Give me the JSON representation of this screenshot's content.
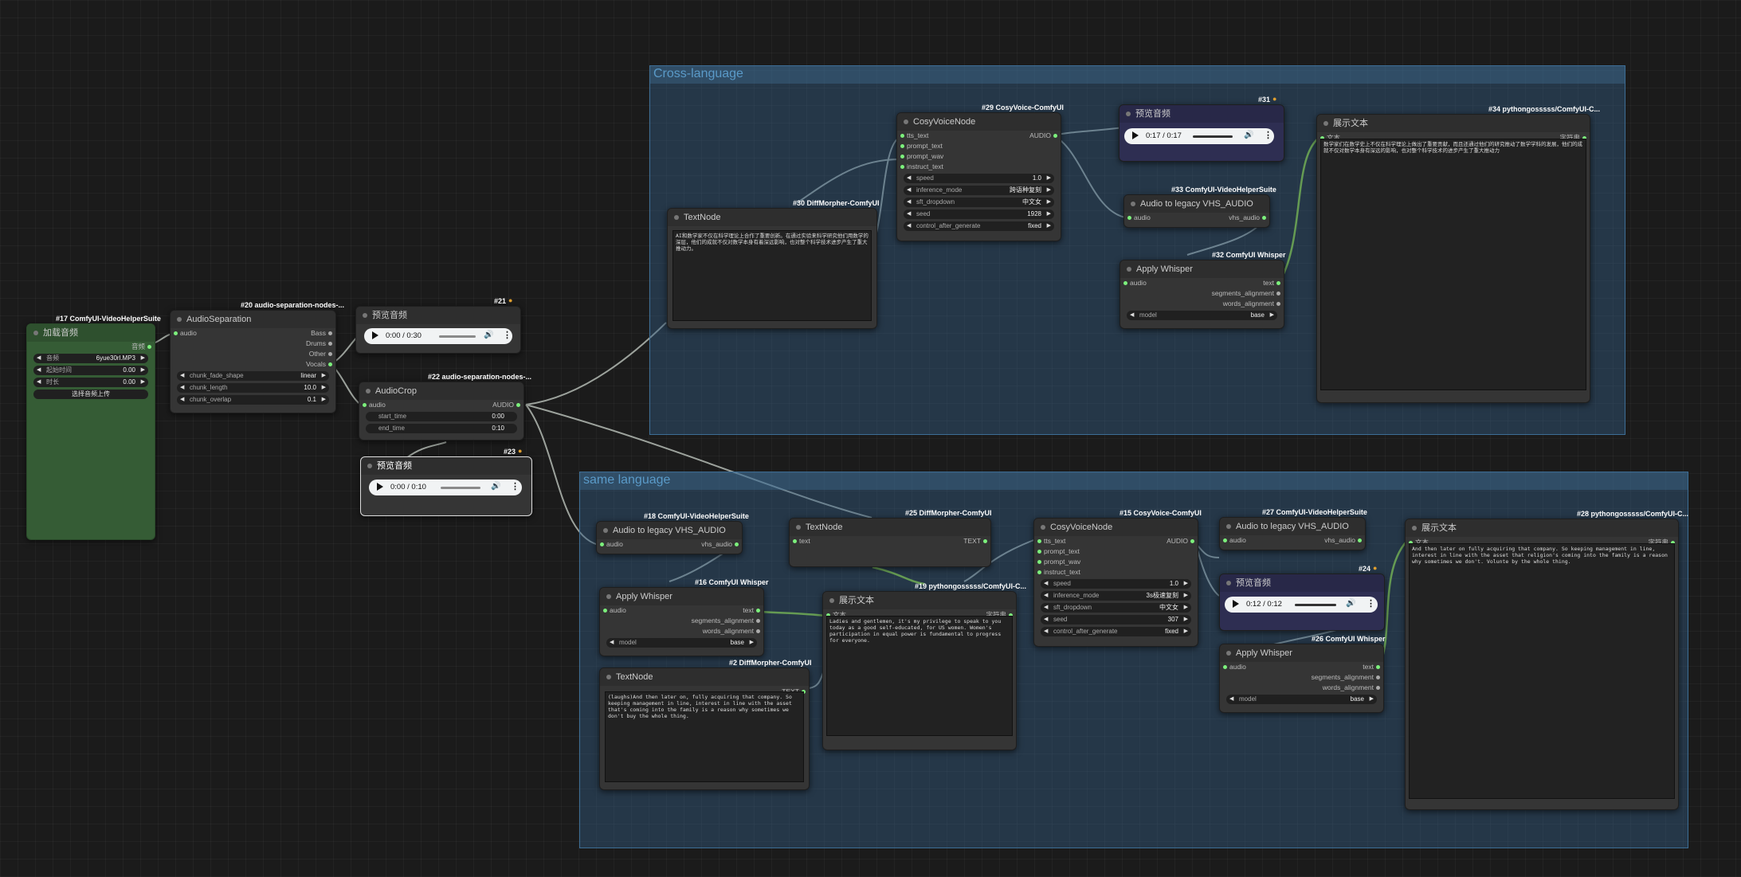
{
  "groups": {
    "cross": {
      "title": "Cross-language"
    },
    "same": {
      "title": "same language"
    }
  },
  "nodes": {
    "n17": {
      "badge": "#17 ComfyUI-VideoHelperSuite",
      "title": "加载音频",
      "output": "音频",
      "widgets": [
        {
          "label": "音频",
          "value": "6yue30rl.MP3"
        },
        {
          "label": "起始时间",
          "value": "0.00"
        },
        {
          "label": "时长",
          "value": "0.00"
        }
      ],
      "upload_label": "选择音频上传"
    },
    "n20": {
      "badge": "#20 audio-separation-nodes-...",
      "title": "AudioSeparation",
      "input": "audio",
      "outputs": [
        "Bass",
        "Drums",
        "Other",
        "Vocals"
      ],
      "widgets": [
        {
          "label": "chunk_fade_shape",
          "value": "linear"
        },
        {
          "label": "chunk_length",
          "value": "10.0"
        },
        {
          "label": "chunk_overlap",
          "value": "0.1"
        }
      ]
    },
    "n21": {
      "badge": "#21",
      "title": "预览音频",
      "player": {
        "time": "0:00 / 0:30"
      }
    },
    "n22": {
      "badge": "#22 audio-separation-nodes-...",
      "title": "AudioCrop",
      "input": "audio",
      "output": "AUDIO",
      "widgets": [
        {
          "label": "start_time",
          "value": "0:00"
        },
        {
          "label": "end_time",
          "value": "0:10"
        }
      ]
    },
    "n23": {
      "badge": "#23",
      "title": "预览音频",
      "player": {
        "time": "0:00 / 0:10"
      }
    },
    "n30": {
      "badge": "#30 DiffMorpher-ComfyUI",
      "title": "TextNode",
      "text": "AI和数学家不仅在科学理论上合作了重要创新。在通过实验来科学研究他们用数学的深层，他们的成就不仅对数学本身有着深远影响，也对整个科学技术进步产生了重大推动力。"
    },
    "n29": {
      "badge": "#29 CosyVoice-ComfyUI",
      "title": "CosyVoiceNode",
      "inputs": [
        "tts_text",
        "prompt_text",
        "prompt_wav",
        "instruct_text"
      ],
      "output": "AUDIO",
      "widgets": [
        {
          "label": "speed",
          "value": "1.0"
        },
        {
          "label": "inference_mode",
          "value": "跨语种复刻"
        },
        {
          "label": "sft_dropdown",
          "value": "中文女"
        },
        {
          "label": "seed",
          "value": "1928"
        },
        {
          "label": "control_after_generate",
          "value": "fixed"
        }
      ]
    },
    "n31": {
      "badge": "#31",
      "title": "预览音频",
      "player": {
        "time": "0:17 / 0:17"
      }
    },
    "n33": {
      "badge": "#33 ComfyUI-VideoHelperSuite",
      "title": "Audio to legacy VHS_AUDIO",
      "input": "audio",
      "output": "vhs_audio"
    },
    "n32": {
      "badge": "#32 ComfyUI Whisper",
      "title": "Apply Whisper",
      "input": "audio",
      "outputs": [
        "text",
        "segments_alignment",
        "words_alignment"
      ],
      "widgets": [
        {
          "label": "model",
          "value": "base"
        }
      ]
    },
    "n34": {
      "badge": "#34 pythongosssss/ComfyUI-C...",
      "title": "展示文本",
      "input": "文本",
      "output": "字符串",
      "text": "数学家们在数学史上不仅在科学理论上做出了重要贡献，而且还通过他们的研究推动了数学学科的发展，他们的成就不仅对数学本身有深远的影响，也对整个科学技术的进步产生了重大推动力"
    },
    "n18": {
      "badge": "#18 ComfyUI-VideoHelperSuite",
      "title": "Audio to legacy VHS_AUDIO",
      "input": "audio",
      "output": "vhs_audio"
    },
    "n25": {
      "badge": "#25 DiffMorpher-ComfyUI",
      "title": "TextNode",
      "input": "text",
      "output": "TEXT"
    },
    "n15": {
      "badge": "#15 CosyVoice-ComfyUI",
      "title": "CosyVoiceNode",
      "inputs": [
        "tts_text",
        "prompt_text",
        "prompt_wav",
        "instruct_text"
      ],
      "output": "AUDIO",
      "widgets": [
        {
          "label": "speed",
          "value": "1.0"
        },
        {
          "label": "inference_mode",
          "value": "3s极速复刻"
        },
        {
          "label": "sft_dropdown",
          "value": "中文女"
        },
        {
          "label": "seed",
          "value": "307"
        },
        {
          "label": "control_after_generate",
          "value": "fixed"
        }
      ]
    },
    "n27": {
      "badge": "#27 ComfyUI-VideoHelperSuite",
      "title": "Audio to legacy VHS_AUDIO",
      "input": "audio",
      "output": "vhs_audio"
    },
    "n24": {
      "badge": "#24",
      "title": "预览音频",
      "player": {
        "time": "0:12 / 0:12"
      }
    },
    "n26": {
      "badge": "#26 ComfyUI Whisper",
      "title": "Apply Whisper",
      "input": "audio",
      "outputs": [
        "text",
        "segments_alignment",
        "words_alignment"
      ],
      "widgets": [
        {
          "label": "model",
          "value": "base"
        }
      ]
    },
    "n28": {
      "badge": "#28 pythongosssss/ComfyUI-C...",
      "title": "展示文本",
      "input": "文本",
      "output": "字符串",
      "text": "And then later on fully acquiring that company. So keeping management in line, interest in line with the asset that religion's coming into the family is a reason why sometimes we don't. Volunte by the whole thing."
    },
    "n16": {
      "badge": "#16 ComfyUI Whisper",
      "title": "Apply Whisper",
      "input": "audio",
      "outputs": [
        "text",
        "segments_alignment",
        "words_alignment"
      ],
      "widgets": [
        {
          "label": "model",
          "value": "base"
        }
      ]
    },
    "n19": {
      "badge": "#19 pythongosssss/ComfyUI-C...",
      "title": "展示文本",
      "input": "文本",
      "output": "字符串",
      "text": "Ladies and gentlemen, it's my privilege to speak to you today as a good self-educated, for US women. Women's participation in equal power is fundamental to progress for everyone."
    },
    "n2": {
      "badge": "#2 DiffMorpher-ComfyUI",
      "title": "TextNode",
      "output": "TEXT",
      "text": "(laughs)And then later on, fully acquiring that company. So keeping management in line, interest in line with the asset that's coming into the family is a reason why sometimes we don't buy the whole thing."
    }
  }
}
